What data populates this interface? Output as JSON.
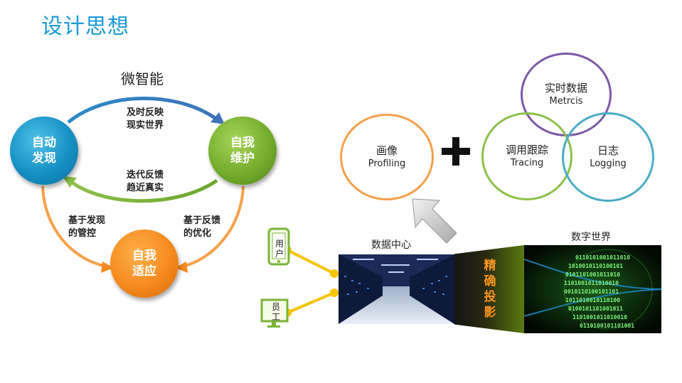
{
  "page_title": "设计思想",
  "cycle": {
    "title": "微智能",
    "nodes": {
      "discover": {
        "line1": "自动",
        "line2": "发现"
      },
      "maintain": {
        "line1": "自我",
        "line2": "维护"
      },
      "adapt": {
        "line1": "自我",
        "line2": "适应"
      }
    },
    "arrows": {
      "top": {
        "line1": "及时反映",
        "line2": "现实世界"
      },
      "bottom": {
        "line1": "迭代反馈",
        "line2": "趋近真实"
      },
      "left": {
        "line1": "基于发现",
        "line2": "的管控"
      },
      "right": {
        "line1": "基于反馈",
        "line2": "的优化"
      }
    },
    "colors": {
      "blue": "#1a94c9",
      "green": "#7ab43a",
      "orange": "#f58a1f"
    }
  },
  "circles": {
    "profiling": {
      "cn": "画像",
      "en": "Profiling",
      "color": "#f5a04a"
    },
    "metrics": {
      "cn": "实时数据",
      "en": "Metrcis",
      "color": "#7b5aa6"
    },
    "tracing": {
      "cn": "调用跟踪",
      "en": "Tracing",
      "color": "#8cc04a"
    },
    "logging": {
      "cn": "日志",
      "en": "Logging",
      "color": "#4aacc6"
    }
  },
  "bottom": {
    "data_center_label": "数据中心",
    "digital_world_label": "数字世界",
    "projection": [
      "精",
      "确",
      "投",
      "影"
    ],
    "user": {
      "line1": "用",
      "line2": "户"
    },
    "staff": {
      "line1": "员",
      "line2": "工"
    },
    "matrix_digits": [
      "0110101001011010",
      "1010010110100101",
      "0101101001011010",
      "1101001011010010",
      "0010110100101101",
      "1011010010110100",
      "0100101101001011",
      "1101001011010010",
      "0110100101101001"
    ]
  }
}
